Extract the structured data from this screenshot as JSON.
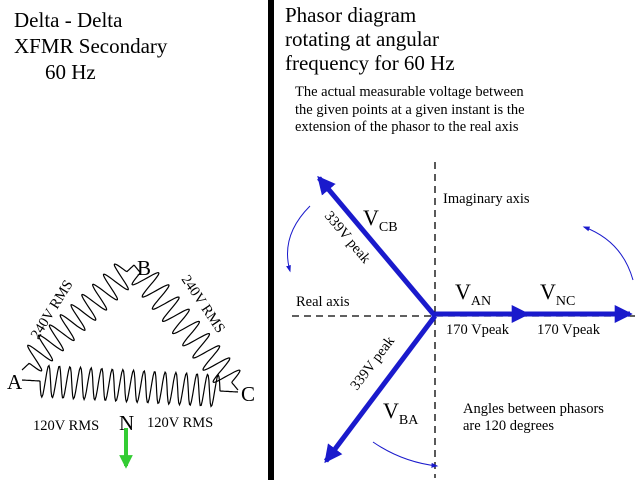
{
  "left_panel": {
    "title_lines": [
      "Delta - Delta",
      "XFMR Secondary",
      "60 Hz"
    ],
    "node_labels": {
      "a": "A",
      "b": "B",
      "c": "C",
      "n": "N"
    },
    "winding_labels": {
      "ab": "240V RMS",
      "bc": "240V RMS",
      "an": "120V RMS",
      "nc": "120V RMS"
    },
    "colors": {
      "ground_arrow": "#33cc33",
      "winding": "#000000"
    }
  },
  "right_panel": {
    "title_lines": [
      "Phasor diagram",
      "rotating at angular",
      "frequency for 60 Hz"
    ],
    "explanation_lines": [
      "The actual measurable voltage between",
      "the given points at a given instant is the",
      "extension of the phasor to the real axis"
    ],
    "imaginary_axis_label": "Imaginary axis",
    "real_axis_label": "Real axis",
    "phasors": {
      "cb": {
        "main": "V",
        "sub": "CB",
        "magnitude": "339V peak"
      },
      "ba": {
        "main": "V",
        "sub": "BA",
        "magnitude": "339V peak"
      },
      "an": {
        "main": "V",
        "sub": "AN",
        "magnitude": "170 Vpeak"
      },
      "nc": {
        "main": "V",
        "sub": "NC",
        "magnitude": "170 Vpeak"
      }
    },
    "angle_note_lines": [
      "Angles between phasors",
      "are 120 degrees"
    ],
    "colors": {
      "phasor": "#1a1acc",
      "rotation_arrow": "#1a1acc"
    }
  }
}
